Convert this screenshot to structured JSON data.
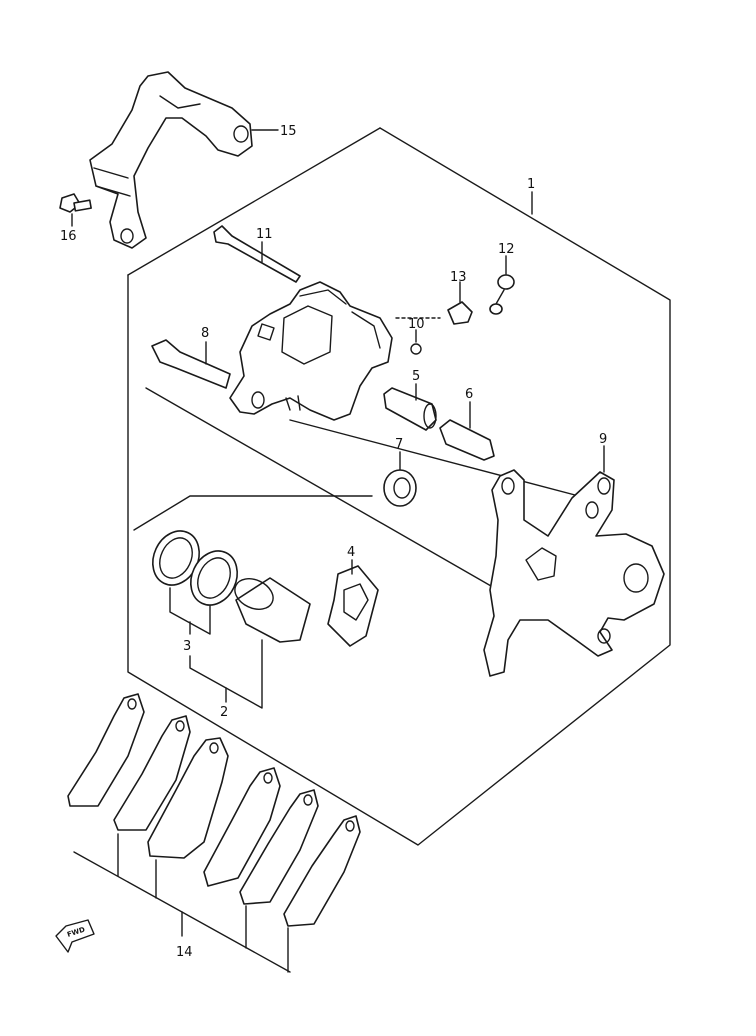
{
  "diagram": {
    "callouts": {
      "c1": "1",
      "c2": "2",
      "c3": "3",
      "c4": "4",
      "c5": "5",
      "c6": "6",
      "c7": "7",
      "c8": "8",
      "c9": "9",
      "c10": "10",
      "c11": "11",
      "c12": "12",
      "c13": "13",
      "c14": "14",
      "c15": "15",
      "c16": "16"
    },
    "fwd_label": "FWD"
  }
}
